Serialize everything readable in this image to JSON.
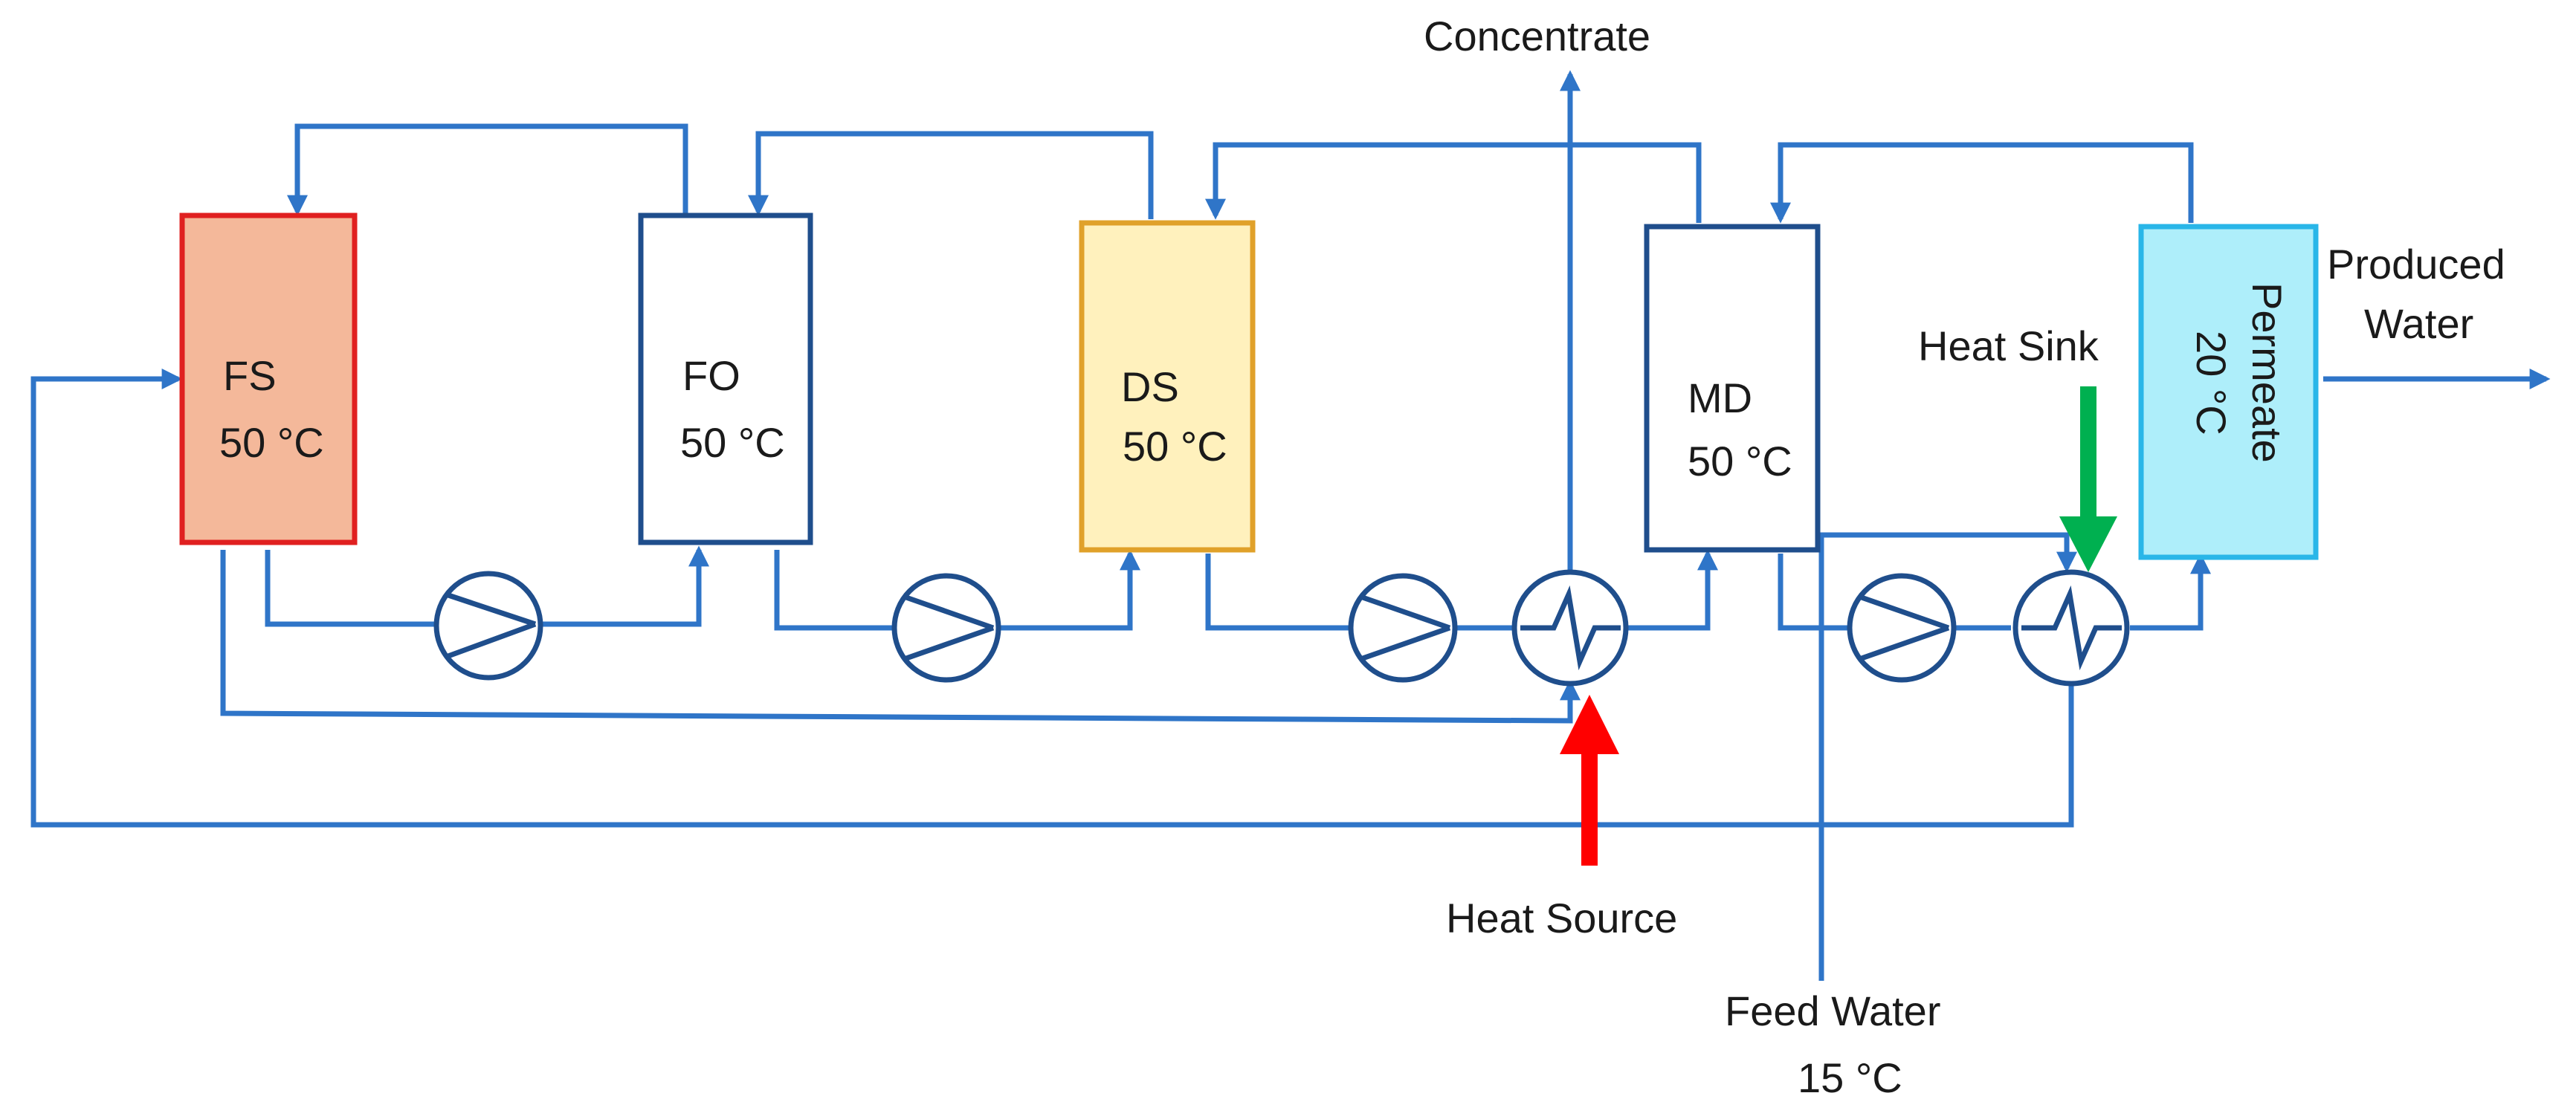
{
  "units": {
    "fs": {
      "name": "FS",
      "temp": "50 °C",
      "fill": "#f4b89a",
      "stroke": "#e02020"
    },
    "fo": {
      "name": "FO",
      "temp": "50 °C",
      "fill": "#ffffff",
      "stroke": "#1f4e8c"
    },
    "ds": {
      "name": "DS",
      "temp": "50 °C",
      "fill": "#fff1bd",
      "stroke": "#e0a12a"
    },
    "md": {
      "name": "MD",
      "temp": "50 °C",
      "fill": "#ffffff",
      "stroke": "#1f4e8c"
    },
    "permeate": {
      "name": "Permeate",
      "temp": "20 °C",
      "fill": "#aeeefa",
      "stroke": "#29b6e8"
    }
  },
  "labels": {
    "concentrate": "Concentrate",
    "produced_water_line1": "Produced",
    "produced_water_line2": "Water",
    "heat_sink": "Heat Sink",
    "heat_source": "Heat Source",
    "feed_water_line1": "Feed Water",
    "feed_water_line2": "15 °C"
  },
  "colors": {
    "pipe": "#2f75c8",
    "equipment": "#1f4e8c",
    "heat_source_arrow": "#ff0000",
    "heat_sink_arrow": "#00b050"
  },
  "icons": {
    "pump": "pump-icon",
    "heat_exchanger": "heat-exchanger-icon"
  }
}
